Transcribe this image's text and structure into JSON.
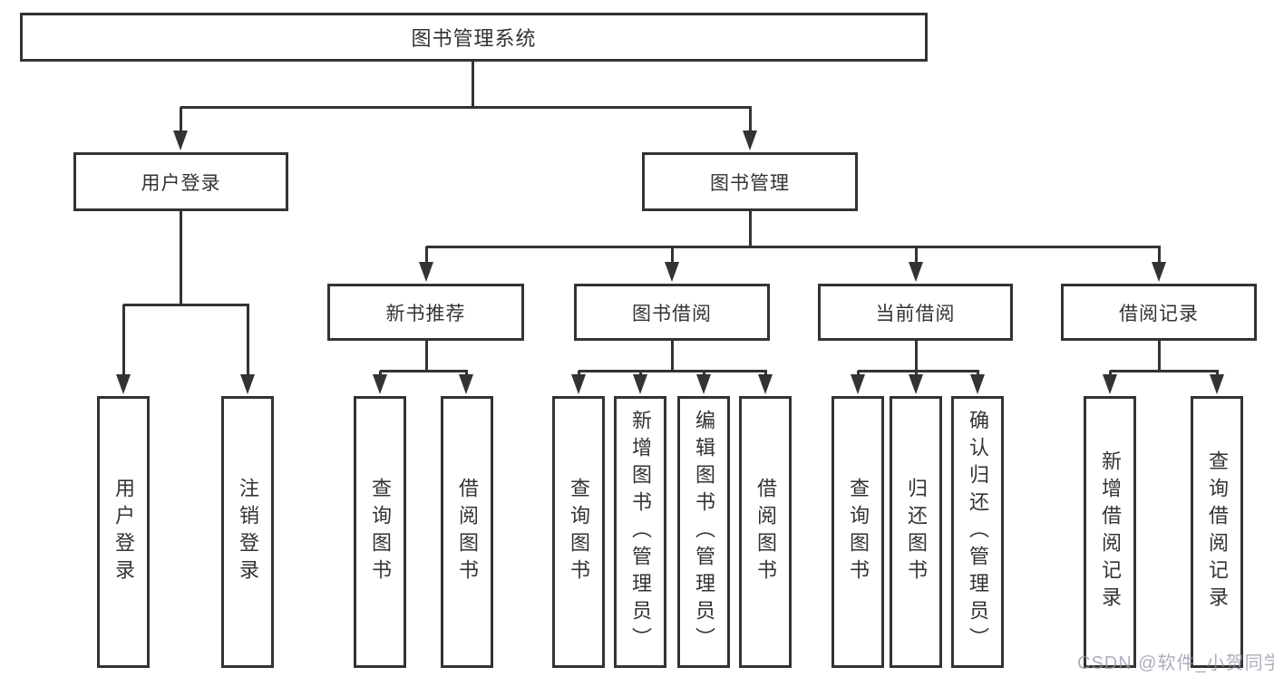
{
  "nodes": {
    "root": "图书管理系统",
    "userLogin": "用户登录",
    "bookMgmt": "图书管理",
    "newBookRec": "新书推荐",
    "bookBorrow": "图书借阅",
    "currentBorrow": "当前借阅",
    "borrowRecord": "借阅记录",
    "leafUserLogin": "用户登录",
    "leafLogout": "注销登录",
    "leafQueryBookRec": "查询图书",
    "leafBorrowBookRec": "借阅图书",
    "leafQueryBookBorrow": "查询图书",
    "leafAddBook": "新增图书（管理员）",
    "leafEditBook": "编辑图书（管理员）",
    "leafBorrowBook": "借阅图书",
    "leafQueryBookCurrent": "查询图书",
    "leafReturnBook": "归还图书",
    "leafConfirmReturn": "确认归还（管理员）",
    "leafAddRecord": "新增借阅记录",
    "leafQueryRecord": "查询借阅记录"
  },
  "watermark": "CSDN @软件_小贺同学",
  "colors": {
    "line": "#333333",
    "text": "#333333",
    "background": "#ffffff",
    "watermark": "#8e95a3"
  }
}
